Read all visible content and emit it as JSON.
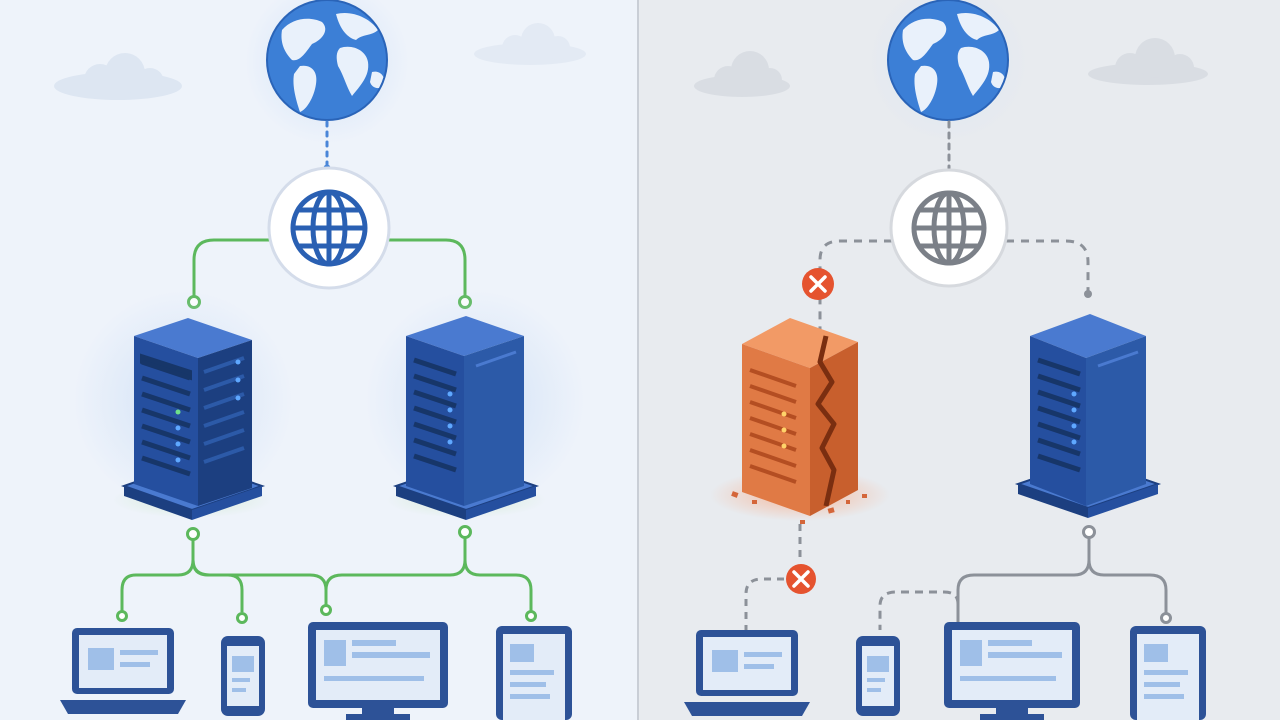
{
  "colors": {
    "left_bg": "#eef3fa",
    "right_bg": "#e8ebef",
    "divider": "#c9ced6",
    "globe_ocean": "#3c7fd6",
    "globe_land": "#e9f1fb",
    "hub_blue": "#2a60b3",
    "hub_gray": "#7b8088",
    "healthy_link": "#5cb85c",
    "inactive_link": "#8c9199",
    "server_front": "#254f9f",
    "server_side": "#1c3f80",
    "server_top": "#4a7ad0",
    "failed_server": "#e07a45",
    "failed_server_side": "#c85f2d",
    "error_badge": "#e5532f",
    "device_frame": "#2d5297",
    "device_screen": "#e3ecf8",
    "device_block": "#9fbfe8"
  },
  "icons": {
    "internet": "globe-icon",
    "hub": "network-hub-icon",
    "server": "server-rack-icon",
    "error": "error-x-icon",
    "clients": [
      "laptop-icon",
      "phone-icon",
      "desktop-monitor-icon",
      "tablet-icon"
    ]
  },
  "scenarios": [
    {
      "state": "all-servers-healthy",
      "links": "active",
      "servers": [
        {
          "status": "healthy"
        },
        {
          "status": "healthy"
        }
      ],
      "clients": [
        "laptop",
        "phone",
        "desktop",
        "tablet"
      ]
    },
    {
      "state": "server-failure",
      "links": "inactive",
      "servers": [
        {
          "status": "failed"
        },
        {
          "status": "healthy"
        }
      ],
      "error_markers": 2,
      "clients": [
        "laptop",
        "phone",
        "desktop",
        "tablet"
      ]
    }
  ]
}
